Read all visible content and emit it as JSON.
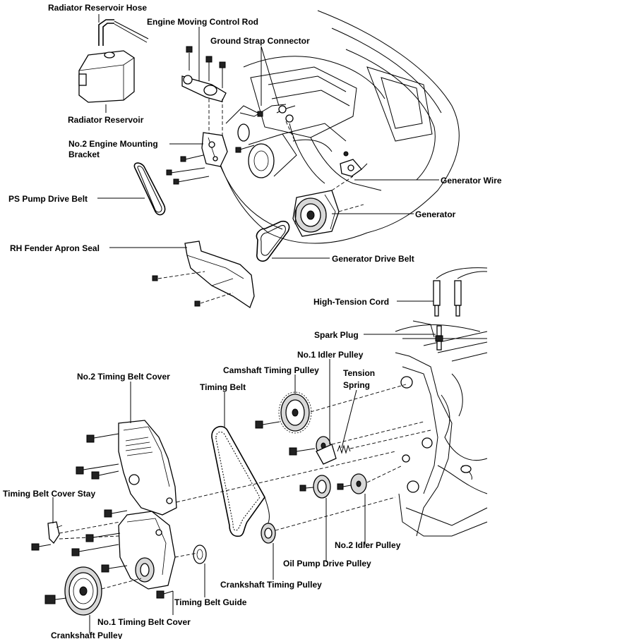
{
  "labels": {
    "radiator_reservoir_hose": "Radiator Reservoir Hose",
    "engine_moving_control_rod": "Engine Moving Control Rod",
    "ground_strap_connector": "Ground Strap Connector",
    "radiator_reservoir": "Radiator Reservoir",
    "no2_engine_mounting_bracket_1": "No.2 Engine Mounting",
    "no2_engine_mounting_bracket_2": "Bracket",
    "generator_wire": "Generator Wire",
    "ps_pump_drive_belt": "PS Pump Drive Belt",
    "generator": "Generator",
    "rh_fender_apron_seal": "RH Fender Apron Seal",
    "generator_drive_belt": "Generator Drive Belt",
    "high_tension_cord": "High-Tension Cord",
    "spark_plug": "Spark Plug",
    "no1_idler_pulley": "No.1 Idler Pulley",
    "camshaft_timing_pulley": "Camshaft Timing Pulley",
    "tension_spring_1": "Tension",
    "tension_spring_2": "Spring",
    "no2_timing_belt_cover": "No.2 Timing Belt Cover",
    "timing_belt": "Timing Belt",
    "timing_belt_cover_stay": "Timing Belt Cover Stay",
    "no2_idler_pulley": "No.2 Idler Pulley",
    "oil_pump_drive_pulley": "Oil Pump Drive Pulley",
    "crankshaft_timing_pulley": "Crankshaft Timing Pulley",
    "timing_belt_guide": "Timing Belt Guide",
    "no1_timing_belt_cover": "No.1 Timing Belt Cover",
    "crankshaft_pulley": "Crankshaft Pulley"
  }
}
